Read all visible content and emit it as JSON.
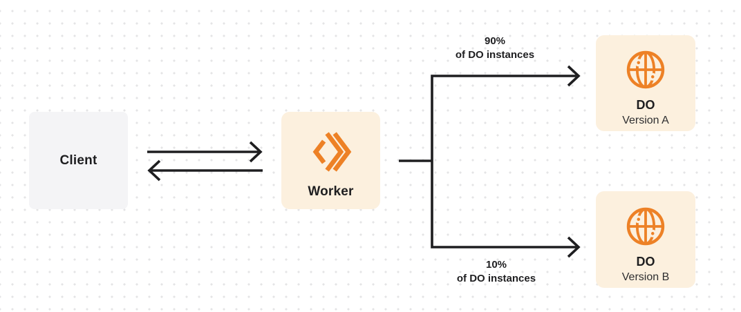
{
  "colors": {
    "bg": "#ffffff",
    "dot": "#e4e4e6",
    "ink": "#1e1e20",
    "subtitle": "#2e2e30",
    "orange": "#ed8126",
    "cream": "#fcf0de",
    "gray_box": "#f4f4f6"
  },
  "nodes": {
    "client": {
      "label": "Client"
    },
    "worker": {
      "label": "Worker",
      "icon": "cloudflare-workers-icon"
    },
    "do_version_a": {
      "title": "DO",
      "subtitle": "Version A",
      "icon": "durable-object-globe-icon"
    },
    "do_version_b": {
      "title": "DO",
      "subtitle": "Version B",
      "icon": "durable-object-globe-icon"
    }
  },
  "edges": {
    "split_top": {
      "percent": "90%",
      "caption": "of DO instances"
    },
    "split_bottom": {
      "percent": "10%",
      "caption": "of DO instances"
    }
  }
}
